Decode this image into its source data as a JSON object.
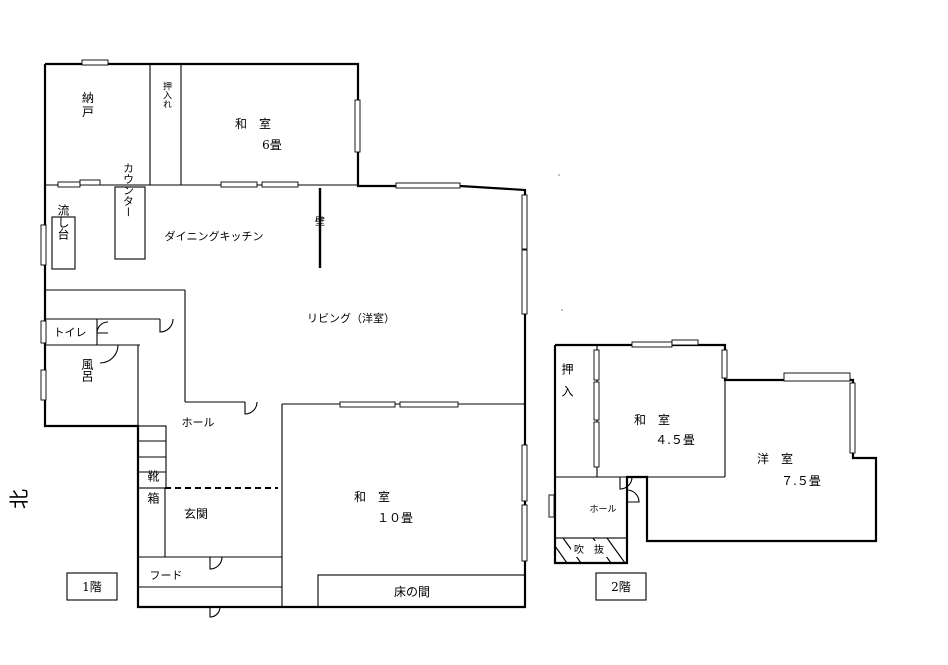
{
  "floor1": {
    "closet": "納戸",
    "oshiire": "押入れ",
    "washitsu6": {
      "name": "和　室",
      "size": "6畳"
    },
    "counter": "カウンター",
    "dining_kitchen": "ダイニングキッチン",
    "wall": "壁",
    "sink": "流し台",
    "living": "リビング（洋室）",
    "toilet": "トイレ",
    "bath": "風呂",
    "hall": "ホール",
    "washitsu10": {
      "name": "和　室",
      "size": "１０畳"
    },
    "shoe_box": "靴箱",
    "entrance": "玄関",
    "hood": "フード",
    "tokonoma": "床の間",
    "floor_label": "1階"
  },
  "floor2": {
    "oshiire": "押入",
    "washitsu45": {
      "name": "和　室",
      "size": "４.５畳"
    },
    "youshitsu75": {
      "name": "洋　室",
      "size": "７.５畳"
    },
    "hall": "ホール",
    "stairwell": "吹　抜",
    "floor_label": "2階"
  },
  "compass_north": "北"
}
